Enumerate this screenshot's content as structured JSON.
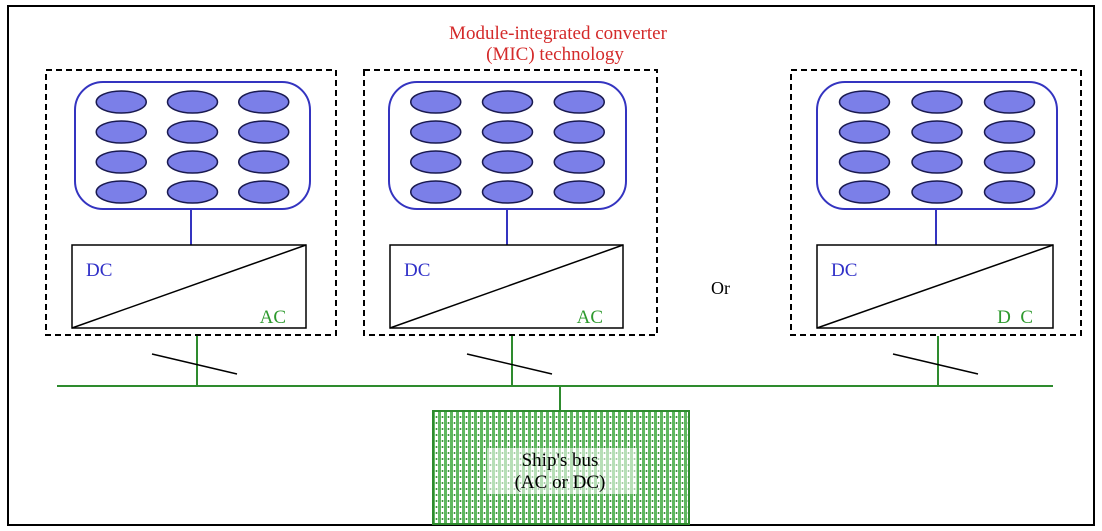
{
  "title": {
    "line1": "Module-integrated converter",
    "line2": "(MIC) technology",
    "color": "#d42a2a"
  },
  "modules": [
    {
      "converter_input": "DC",
      "converter_output": "AC"
    },
    {
      "converter_input": "DC",
      "converter_output": "AC"
    },
    {
      "converter_input": "DC",
      "converter_output": "D  C"
    }
  ],
  "or_label": "Or",
  "bus": {
    "line1": "Ship's bus",
    "line2": "(AC or DC)"
  },
  "colors": {
    "pv_cell_fill": "#7b7fe8",
    "pv_outline": "#3434c0",
    "dc_label": "#3030c8",
    "ac_label": "#2e9a2e",
    "wire_green": "#2e8b2e",
    "bus_fill": "#9bd19b",
    "border": "#000000"
  }
}
